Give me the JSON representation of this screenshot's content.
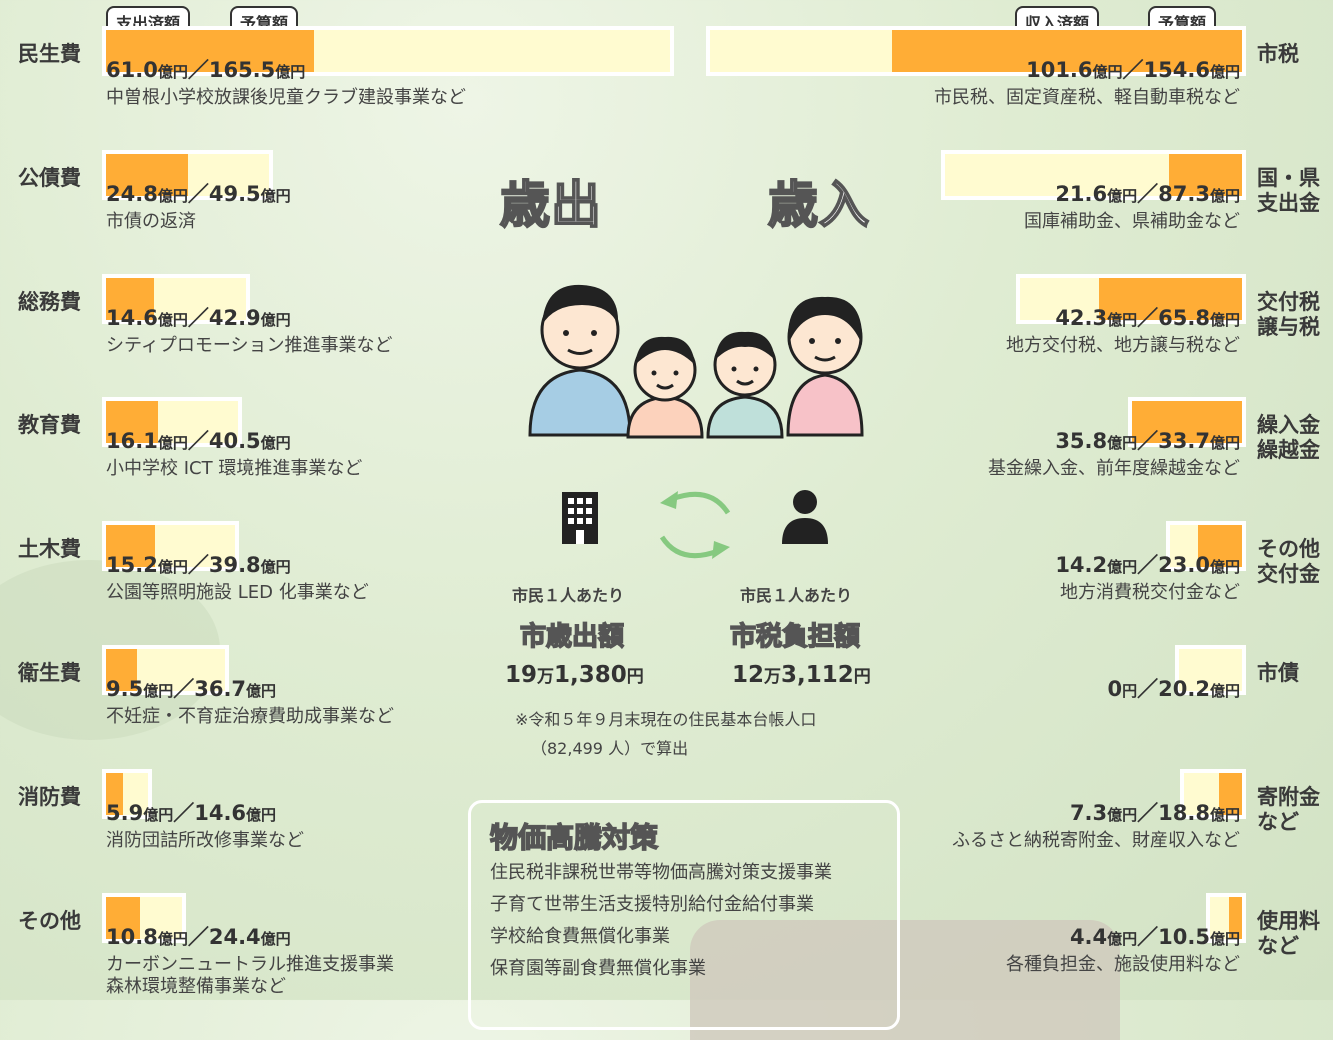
{
  "colors": {
    "spent": "#ffad36",
    "budget": "#fffbd0",
    "border": "#ffffff"
  },
  "expenditure": {
    "heading": "歳出",
    "tag_spent": "支出済額",
    "tag_budget": "予算額",
    "items": [
      {
        "name": "民生費",
        "spent": "61.0",
        "budget": "165.5",
        "note": "中曽根小学校放課後児童クラブ建設事業など"
      },
      {
        "name": "公債費",
        "spent": "24.8",
        "budget": "49.5",
        "note": "市債の返済"
      },
      {
        "name": "総務費",
        "spent": "14.6",
        "budget": "42.9",
        "note": "シティプロモーション推進事業など"
      },
      {
        "name": "教育費",
        "spent": "16.1",
        "budget": "40.5",
        "note": "小中学校 ICT 環境推進事業など"
      },
      {
        "name": "土木費",
        "spent": "15.2",
        "budget": "39.8",
        "note": "公園等照明施設 LED 化事業など"
      },
      {
        "name": "衛生費",
        "spent": "9.5",
        "budget": "36.7",
        "note": "不妊症・不育症治療費助成事業など"
      },
      {
        "name": "消防費",
        "spent": "5.9",
        "budget": "14.6",
        "note": "消防団詰所改修事業など"
      },
      {
        "name": "その他",
        "spent": "10.8",
        "budget": "24.4",
        "note": "カーボンニュートラル推進支援事業",
        "note2": "森林環境整備事業など"
      }
    ]
  },
  "revenue": {
    "heading": "歳入",
    "tag_received": "収入済額",
    "tag_budget": "予算額",
    "items": [
      {
        "name": "市税",
        "received": "101.6",
        "budget": "154.6",
        "note": "市民税、固定資産税、軽自動車税など"
      },
      {
        "name": "国・県",
        "name2": "支出金",
        "received": "21.6",
        "budget": "87.3",
        "note": "国庫補助金、県補助金など"
      },
      {
        "name": "交付税",
        "name2": "譲与税",
        "received": "42.3",
        "budget": "65.8",
        "note": "地方交付税、地方譲与税など"
      },
      {
        "name": "繰入金",
        "name2": "繰越金",
        "received": "35.8",
        "budget": "33.7",
        "note": "基金繰入金、前年度繰越金など"
      },
      {
        "name": "その他",
        "name2": "交付金",
        "received": "14.2",
        "budget": "23.0",
        "note": "地方消費税交付金など"
      },
      {
        "name": "市債",
        "received": "0",
        "budget": "20.2",
        "note": ""
      },
      {
        "name": "寄附金",
        "name2": "など",
        "received": "7.3",
        "budget": "18.8",
        "note": "ふるさと納税寄附金、財産収入など"
      },
      {
        "name": "使用料",
        "name2": "など",
        "received": "4.4",
        "budget": "10.5",
        "note": "各種負担金、施設使用料など"
      }
    ]
  },
  "bar_levels": {
    "expenditure_budget_fraction": [
      1.0,
      0.299,
      0.259,
      0.245,
      0.24,
      0.222,
      0.088,
      0.147
    ],
    "revenue_budget_fraction": [
      1.0,
      0.565,
      0.426,
      0.218,
      0.149,
      0.131,
      0.122,
      0.068
    ]
  },
  "units": {
    "oku": "億円",
    "sep": "／",
    "yen": "円"
  },
  "per_capita": {
    "label": "市民１人あたり",
    "spend_title": "市歳出額",
    "spend_man": "19",
    "spend_rest": "1,380",
    "tax_title": "市税負担額",
    "tax_man": "12",
    "tax_rest": "3,112",
    "man": "万",
    "yen": "円",
    "note1": "※令和５年９月末現在の住民基本台帳人口",
    "note2": "（82,499 人）で算出"
  },
  "measures": {
    "title": "物価高騰対策",
    "items": [
      "住民税非課税世帯等物価高騰対策支援事業",
      "子育て世帯生活支援特別給付金給付事業",
      "学校給食費無償化事業",
      "保育園等副食費無償化事業"
    ]
  },
  "icons": [
    "family-icon",
    "building-icon",
    "exchange-arrows-icon",
    "person-icon"
  ]
}
